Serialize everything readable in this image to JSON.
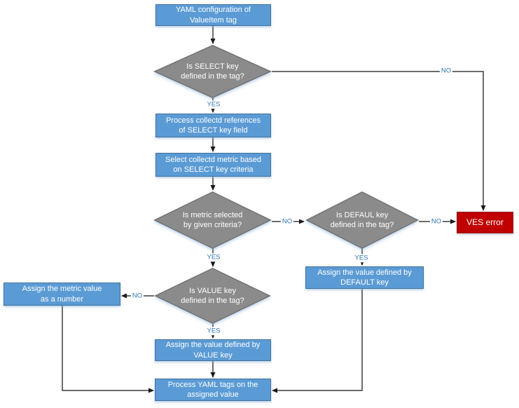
{
  "flowchart": {
    "nodes": {
      "start": {
        "label": "YAML configuration of\nValueItem tag",
        "type": "process"
      },
      "select_key_decision": {
        "label": "Is SELECT key\ndefined in the tag?",
        "type": "decision"
      },
      "process_references": {
        "label": "Process collectd references\nof SELECT key field",
        "type": "process"
      },
      "select_metric": {
        "label": "Select collectd metric based\non SELECT key criteria",
        "type": "process"
      },
      "metric_selected_decision": {
        "label": "Is metric selected\nby given criteria?",
        "type": "decision"
      },
      "default_key_decision": {
        "label": "Is DEFAUL key\ndefined in the tag?",
        "type": "decision"
      },
      "ves_error": {
        "label": "VES error",
        "type": "error"
      },
      "assign_default": {
        "label": "Assign the value defined by\nDEFAULT key",
        "type": "process"
      },
      "value_key_decision": {
        "label": "Is VALUE key\ndefined in the tag?",
        "type": "decision"
      },
      "assign_metric_number": {
        "label": "Assign the metric value\nas a number",
        "type": "process"
      },
      "assign_value": {
        "label": "Assign the value defined by\nVALUE key",
        "type": "process"
      },
      "process_yaml_tags": {
        "label": "Process YAML tags on the\nassigned value",
        "type": "process"
      }
    },
    "labels": {
      "yes": "YES",
      "no": "NO"
    },
    "edges": [
      {
        "from": "start",
        "to": "select_key_decision"
      },
      {
        "from": "select_key_decision",
        "to": "process_references",
        "label": "YES"
      },
      {
        "from": "select_key_decision",
        "to": "ves_error",
        "label": "NO"
      },
      {
        "from": "process_references",
        "to": "select_metric"
      },
      {
        "from": "select_metric",
        "to": "metric_selected_decision"
      },
      {
        "from": "metric_selected_decision",
        "to": "value_key_decision",
        "label": "YES"
      },
      {
        "from": "metric_selected_decision",
        "to": "default_key_decision",
        "label": "NO"
      },
      {
        "from": "default_key_decision",
        "to": "assign_default",
        "label": "YES"
      },
      {
        "from": "default_key_decision",
        "to": "ves_error",
        "label": "NO"
      },
      {
        "from": "value_key_decision",
        "to": "assign_value",
        "label": "YES"
      },
      {
        "from": "value_key_decision",
        "to": "assign_metric_number",
        "label": "NO"
      },
      {
        "from": "assign_value",
        "to": "process_yaml_tags"
      },
      {
        "from": "assign_metric_number",
        "to": "process_yaml_tags"
      },
      {
        "from": "assign_default",
        "to": "process_yaml_tags"
      }
    ],
    "colors": {
      "process_fill": "#5B9BD5",
      "process_border": "#41719C",
      "decision_fill": "#8B8B8B",
      "decision_border": "#6E6E6E",
      "error_fill": "#C00000",
      "error_border": "#8F2323",
      "connector": "#3C3C3C",
      "edge_label": "#2E74B5"
    }
  }
}
